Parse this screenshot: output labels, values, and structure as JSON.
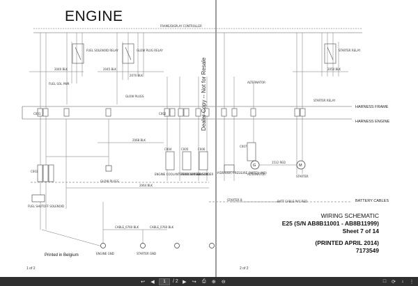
{
  "document": {
    "title": "ENGINE",
    "watermark": "Dealer Copy -- Not for Resale",
    "left_page_number": "1 of 2",
    "right_page_number": "2 of 2",
    "printed_in": "Printed in Belgium"
  },
  "schematic": {
    "top_bus_label": "FRAME/DISPLAY CONTROLLER",
    "harness_frame": "HARNESS FRAME",
    "harness_engine": "HARNESS ENGINE",
    "battery_cables": "BATTERY CABLES",
    "components": {
      "fuel_solenoid_relay": "FUEL SOLENOID RELAY",
      "glow_plug_relay": "GLOW PLUG RELAY",
      "starter_relay": "STARTER RELAY",
      "fuel_sol_pwr": "FUEL SOL PWR",
      "glow_plugs": "GLOW PLUGS",
      "engine_coolant_temp": "ENGINE COOLANT TEMPERATURE SENDER",
      "speed_sensor": "SPEED SENSOR",
      "fuel_sensor": "SENSOR",
      "hydraulic_switch": "HYDRAULIC PRESSURE SWITCH (NO)",
      "alternator": "ALTERNATOR",
      "starter": "STARTER",
      "fuel_shutoff": "FUEL SHUTOFF SOLENOID",
      "engine_gnd": "ENGINE GND",
      "starter_gnd": "STARTER GND",
      "starter_b": "STARTER B",
      "batt_cable": "BATT CABLE PVC RED"
    },
    "connectors": [
      "C001",
      "C002",
      "C003",
      "C004",
      "C005",
      "C006",
      "C007"
    ],
    "wire_labels": [
      "2040 BLK",
      "2045 BLK",
      "2050 BLK",
      "2070 BLK",
      "2068 BLK",
      "2064 BLK",
      "CABLE_0760 BLK",
      "CABLE_0760 BLK",
      "1512 RED"
    ]
  },
  "info_block": {
    "line1": "WIRING SCHEMATIC",
    "line2": "E25 (S/N AB8B11001 - AB8B11999)",
    "line3": "Sheet 7 of 14",
    "printed": "(PRINTED APRIL 2014)",
    "number": "7173549"
  },
  "toolbar": {
    "current_page": "1",
    "page_total": "/ 2",
    "icons": [
      "back-icon",
      "prev-page-icon",
      "next-page-icon",
      "forward-icon",
      "print-icon",
      "zoom-in-icon",
      "zoom-out-icon",
      "fit-icon"
    ]
  }
}
